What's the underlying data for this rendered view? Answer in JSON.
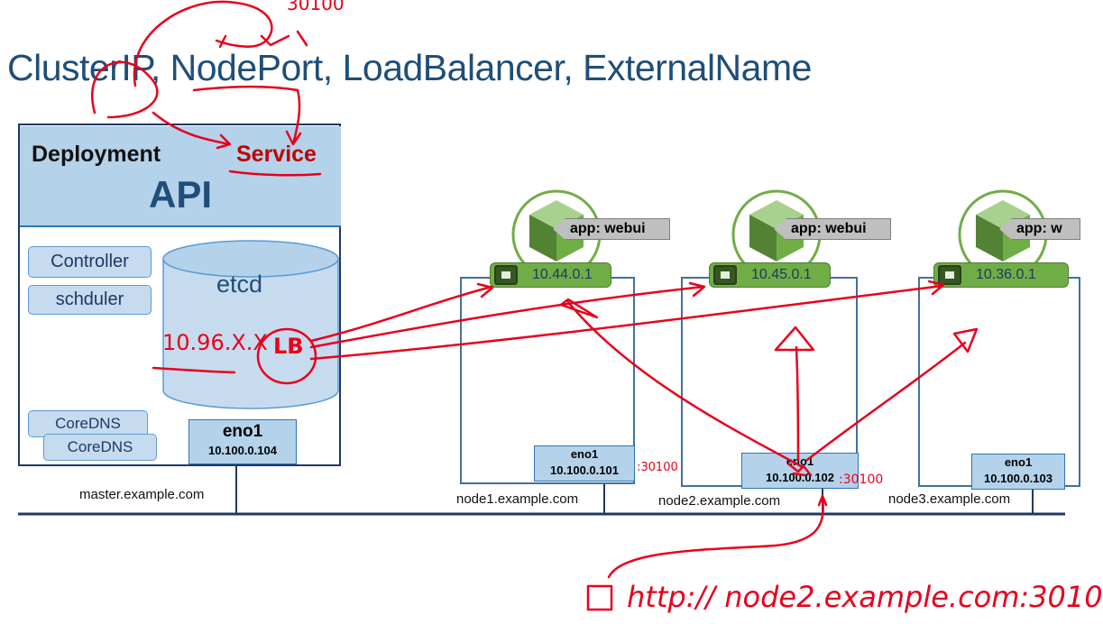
{
  "title": "ClusterIP, NodePort, LoadBalancer, ExternalName",
  "master": {
    "deployment": "Deployment",
    "service": "Service",
    "api": "API",
    "controller": "Controller",
    "scheduler": "schduler",
    "etcd": "etcd",
    "coredns": [
      "CoreDNS",
      "CoreDNS"
    ],
    "eno_name": "eno1",
    "eno_ip": "10.100.0.104",
    "hostname": "master.example.com"
  },
  "nodes": [
    {
      "pod_label": "app: webui",
      "pod_ip": "10.44.0.1",
      "eno_name": "eno1",
      "eno_ip": "10.100.0.101",
      "hostname": "node1.example.com",
      "annotation_port": ":30100"
    },
    {
      "pod_label": "app: webui",
      "pod_ip": "10.45.0.1",
      "eno_name": "eno1",
      "eno_ip": "10.100.0.102",
      "hostname": "node2.example.com",
      "annotation_port": ":30100"
    },
    {
      "pod_label": "app: w",
      "pod_ip": "10.36.0.1",
      "eno_name": "eno1",
      "eno_ip": "10.100.0.103",
      "hostname": "node3.example.com"
    }
  ],
  "annotations": {
    "top_port": "30100",
    "cluster_ip": "10.96.X.X",
    "lb": "LB",
    "url": "http:// node2.example.com:3010"
  },
  "colors": {
    "annotation": "#e8001c",
    "title": "#1f4e79",
    "api_band": "#b4d2ea",
    "pod": "#70ad47"
  }
}
